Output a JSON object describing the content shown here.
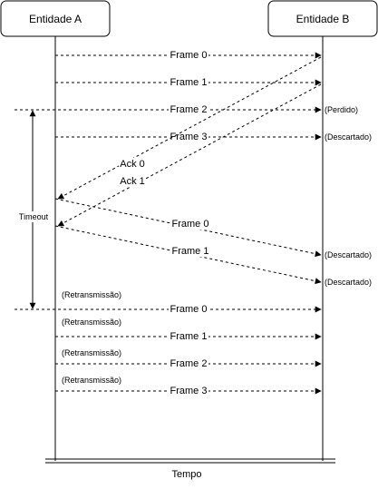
{
  "entities": {
    "a": "Entidade A",
    "b": "Entidade B"
  },
  "frames_sent": [
    {
      "label": "Frame 0"
    },
    {
      "label": "Frame 1"
    },
    {
      "label": "Frame 2",
      "status": "(Perdido)"
    },
    {
      "label": "Frame 3",
      "status": "(Descartado)"
    }
  ],
  "acks": [
    {
      "label": "Ack 0"
    },
    {
      "label": "Ack 1"
    }
  ],
  "late_frames": [
    {
      "label": "Frame 0",
      "status": "(Descartado)"
    },
    {
      "label": "Frame 1",
      "status": "(Descartado)"
    }
  ],
  "timeout_label": "Timeout",
  "retransmissions": [
    {
      "tag": "(Retransmissão)",
      "label": "Frame 0"
    },
    {
      "tag": "(Retransmissão)",
      "label": "Frame 1"
    },
    {
      "tag": "(Retransmissão)",
      "label": "Frame 2"
    },
    {
      "tag": "(Retransmissão)",
      "label": "Frame 3"
    }
  ],
  "time_label": "Tempo"
}
